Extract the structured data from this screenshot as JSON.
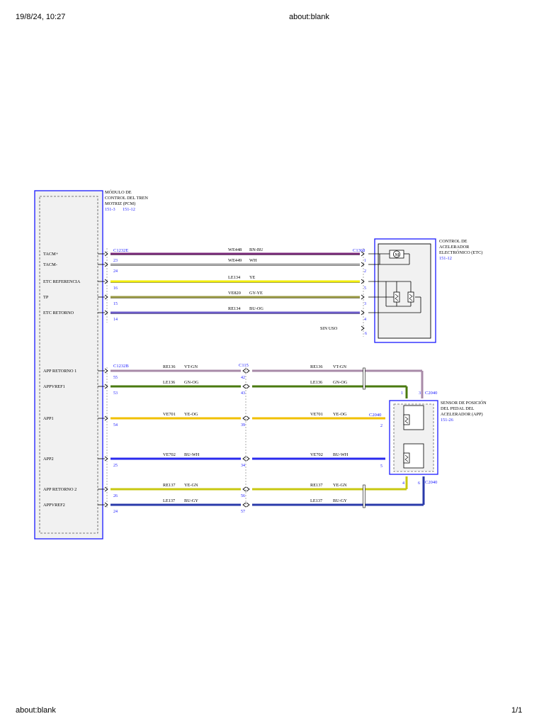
{
  "browser": {
    "datetime": "19/8/24, 10:27",
    "title": "about:blank",
    "footer_left": "about:blank",
    "footer_right": "1/1"
  },
  "colors": {
    "module_border": "#1a1aff",
    "connector_blue": "#1a1aff",
    "wire_purple": "#7a2a7a",
    "wire_yellow": "#f2ee00",
    "wire_gray": "#a8a8a8",
    "wire_gy_ye": "#9a9a44",
    "wire_bu_og": "#6a5ac8",
    "wire_vt_gn": "#a88aa8",
    "wire_gn_og": "#4a7a10",
    "wire_ye_og": "#f0c000",
    "wire_bu_wh": "#2a2aee",
    "wire_ye_gn": "#c8c810",
    "wire_bu_gy": "#2a3aaa",
    "box_fill": "#f1f1f1"
  },
  "pcm": {
    "title_lines": [
      "MÓDULO DE",
      "CONTROL DEL TREN",
      "MOTRIZ (PCM)"
    ],
    "ref1": "151-3",
    "ref2": "151-12"
  },
  "etc": {
    "title_lines": [
      "CONTROL DE",
      "ACELERADOR",
      "ELECTRÓNICO (ETC)"
    ],
    "ref": "151-12",
    "motor_label": "M",
    "unused_label": "SIN USO",
    "unused_pin": "6"
  },
  "app_sensor": {
    "title_lines": [
      "SENSOR DE POSICIÓN",
      "DEL PEDAL DEL",
      "ACELERADOR (APP)"
    ],
    "ref": "151-26"
  },
  "connectors": {
    "pcm_top": "C1232E",
    "etc": "C1368",
    "pcm_bottom": "C1232B",
    "inline": "C115",
    "app_a": "C2040",
    "app_b": "C2040",
    "app_c": "C2040"
  },
  "top_circuits": [
    {
      "signal": "TACM+",
      "pin_pcm": "23",
      "circuit": "WE448",
      "color": "BN-BU",
      "pin_etc": "1"
    },
    {
      "signal": "TACM-",
      "pin_pcm": "24",
      "circuit": "WE449",
      "color": "WH",
      "pin_etc": "2"
    },
    {
      "signal": "ETC REFERENCIA",
      "pin_pcm": "16",
      "circuit": "LE134",
      "color": "YE",
      "pin_etc": "5"
    },
    {
      "signal": "TP",
      "pin_pcm": "15",
      "circuit": "VE820",
      "color": "GY-YE",
      "pin_etc": "3"
    },
    {
      "signal": "ETC RETORNO",
      "pin_pcm": "14",
      "circuit": "RE134",
      "color": "BU-OG",
      "pin_etc": "4"
    }
  ],
  "bottom_circuits": [
    {
      "signal": "APP RETORNO 1",
      "pin_pcm": "55",
      "circuit_left": "RE136",
      "color_left": "VT-GN",
      "pin_c115": "42",
      "circuit_right": "RE136",
      "color_right": "VT-GN",
      "pin_app": "3"
    },
    {
      "signal": "APPVREF1",
      "pin_pcm": "53",
      "circuit_left": "LE136",
      "color_left": "GN-OG",
      "pin_c115": "43",
      "circuit_right": "LE136",
      "color_right": "GN-OG",
      "pin_app": "1"
    },
    {
      "signal": "APP1",
      "pin_pcm": "54",
      "circuit_left": "VE701",
      "color_left": "YE-OG",
      "pin_c115": "39",
      "circuit_right": "VE701",
      "color_right": "YE-OG",
      "pin_app": "2"
    },
    {
      "signal": "APP2",
      "pin_pcm": "25",
      "circuit_left": "VE702",
      "color_left": "BU-WH",
      "pin_c115": "34",
      "circuit_right": "VE702",
      "color_right": "BU-WH",
      "pin_app": "5"
    },
    {
      "signal": "APP RETORNO 2",
      "pin_pcm": "26",
      "circuit_left": "RE137",
      "color_left": "YE-GN",
      "pin_c115": "56",
      "circuit_right": "RE137",
      "color_right": "YE-GN",
      "pin_app": "4"
    },
    {
      "signal": "APPVREF2",
      "pin_pcm": "24",
      "circuit_left": "LE137",
      "color_left": "BU-GY",
      "pin_c115": "57",
      "circuit_right": "LE137",
      "color_right": "BU-GY",
      "pin_app": "6"
    }
  ]
}
